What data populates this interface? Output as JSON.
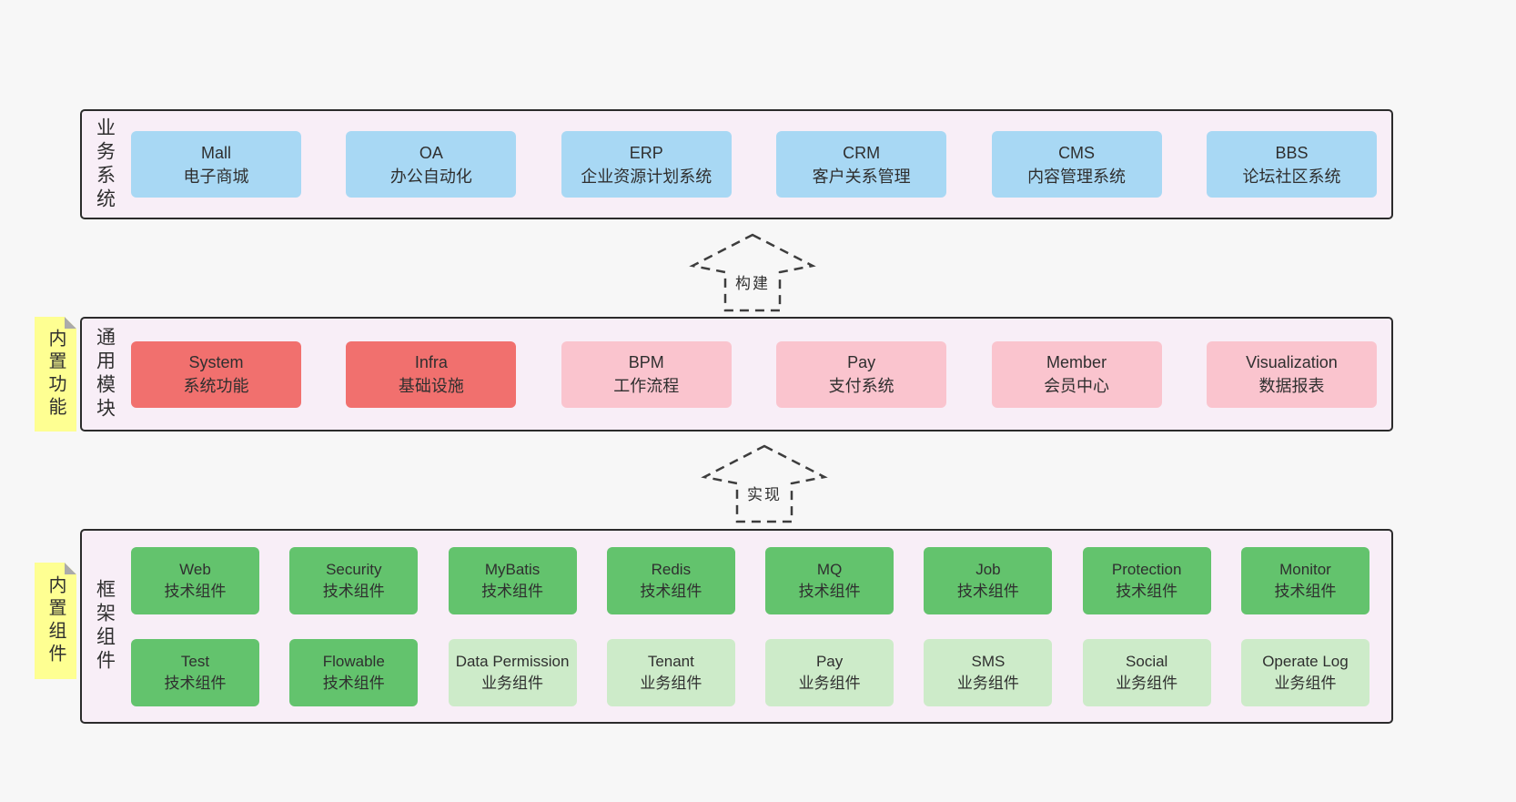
{
  "colors": {
    "page-bg": "#f7f7f7",
    "panel-bg": "#f8eef7",
    "panel-border": "#2b2b2b",
    "text": "#2f2f2f",
    "box-blue": "#a8d8f4",
    "box-red": "#f1706e",
    "box-pink": "#fac4ce",
    "box-green-dark": "#63c36d",
    "box-green-light": "#cdebc9",
    "sticky-yellow": "#feff92",
    "sticky-fold": "#ababab",
    "arrow-stroke": "#3d3d3d"
  },
  "stickies": [
    {
      "label": "内置功能"
    },
    {
      "label": "内置组件"
    }
  ],
  "arrows": [
    {
      "label": "构建"
    },
    {
      "label": "实现"
    }
  ],
  "sections": {
    "business": {
      "label": "业务系统",
      "boxes": [
        {
          "title": "Mall",
          "subtitle": "电子商城"
        },
        {
          "title": "OA",
          "subtitle": "办公自动化"
        },
        {
          "title": "ERP",
          "subtitle": "企业资源计划系统"
        },
        {
          "title": "CRM",
          "subtitle": "客户关系管理"
        },
        {
          "title": "CMS",
          "subtitle": "内容管理系统"
        },
        {
          "title": "BBS",
          "subtitle": "论坛社区系统"
        }
      ]
    },
    "modules": {
      "label": "通用模块",
      "boxes": [
        {
          "title": "System",
          "subtitle": "系统功能",
          "variant": "red"
        },
        {
          "title": "Infra",
          "subtitle": "基础设施",
          "variant": "red"
        },
        {
          "title": "BPM",
          "subtitle": "工作流程",
          "variant": "pink"
        },
        {
          "title": "Pay",
          "subtitle": "支付系统",
          "variant": "pink"
        },
        {
          "title": "Member",
          "subtitle": "会员中心",
          "variant": "pink"
        },
        {
          "title": "Visualization",
          "subtitle": "数据报表",
          "variant": "pink"
        }
      ]
    },
    "components": {
      "label": "框架组件",
      "rows": [
        [
          {
            "title": "Web",
            "subtitle": "技术组件",
            "variant": "green-dark"
          },
          {
            "title": "Security",
            "subtitle": "技术组件",
            "variant": "green-dark"
          },
          {
            "title": "MyBatis",
            "subtitle": "技术组件",
            "variant": "green-dark"
          },
          {
            "title": "Redis",
            "subtitle": "技术组件",
            "variant": "green-dark"
          },
          {
            "title": "MQ",
            "subtitle": "技术组件",
            "variant": "green-dark"
          },
          {
            "title": "Job",
            "subtitle": "技术组件",
            "variant": "green-dark"
          },
          {
            "title": "Protection",
            "subtitle": "技术组件",
            "variant": "green-dark"
          },
          {
            "title": "Monitor",
            "subtitle": "技术组件",
            "variant": "green-dark"
          }
        ],
        [
          {
            "title": "Test",
            "subtitle": "技术组件",
            "variant": "green-dark"
          },
          {
            "title": "Flowable",
            "subtitle": "技术组件",
            "variant": "green-dark"
          },
          {
            "title": "Data Permission",
            "subtitle": "业务组件",
            "variant": "green-light"
          },
          {
            "title": "Tenant",
            "subtitle": "业务组件",
            "variant": "green-light"
          },
          {
            "title": "Pay",
            "subtitle": "业务组件",
            "variant": "green-light"
          },
          {
            "title": "SMS",
            "subtitle": "业务组件",
            "variant": "green-light"
          },
          {
            "title": "Social",
            "subtitle": "业务组件",
            "variant": "green-light"
          },
          {
            "title": "Operate Log",
            "subtitle": "业务组件",
            "variant": "green-light"
          }
        ]
      ]
    }
  }
}
